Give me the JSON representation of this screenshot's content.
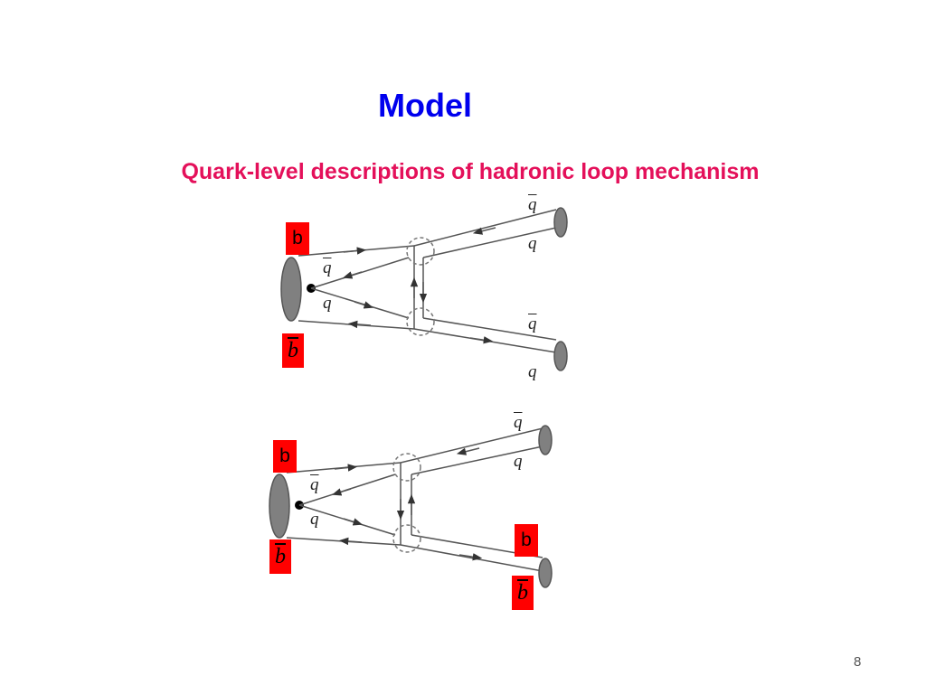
{
  "slide": {
    "title": "Model",
    "subtitle": "Quark-level descriptions of hadronic loop mechanism",
    "page_number": "8"
  },
  "colors": {
    "title": "#0000ee",
    "subtitle": "#e4105a",
    "tag_background": "#ff0000",
    "meson_fill": "#808080",
    "line": "#555555"
  },
  "diagram1": {
    "tag_b": "b",
    "tag_bbar": "b",
    "labels": {
      "top_qbar": "q",
      "top_q": "q",
      "bottom_qbar": "q",
      "bottom_q": "q",
      "inner_qbar": "q",
      "inner_q": "q"
    }
  },
  "diagram2": {
    "tag_b": "b",
    "tag_bbar": "b",
    "tag_b_right": "b",
    "tag_bbar_right": "b",
    "labels": {
      "top_qbar": "q",
      "top_q": "q",
      "inner_qbar": "q",
      "inner_q": "q"
    }
  }
}
